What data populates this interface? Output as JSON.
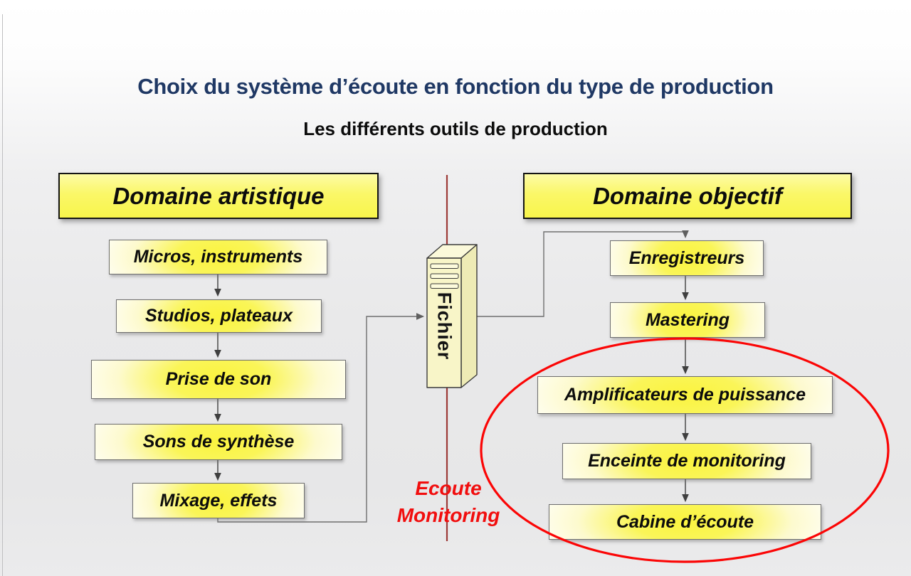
{
  "slide": {
    "title": "Choix du système d’écoute en fonction du type de production",
    "subtitle": "Les différents outils de production"
  },
  "colors": {
    "title_navy": "#1f3864",
    "ellipse_red": "#fb0505",
    "monitoring_text_red": "#f10e0e",
    "signal_line_dark_red": "#9d3a37",
    "flow_box_yellow": "#faf54e",
    "connector_gray": "#6f6f6f",
    "arrow_dark": "#3f3f3f"
  },
  "left_domain": {
    "header": "Domaine artistique",
    "boxes": [
      "Micros, instruments",
      "Studios, plateaux",
      "Prise de son",
      "Sons de synthèse",
      "Mixage, effets"
    ]
  },
  "right_domain": {
    "header": "Domaine objectif",
    "boxes": [
      "Enregistreurs",
      "Mastering",
      "Amplificateurs de puissance",
      "Enceinte de monitoring",
      "Cabine d’écoute"
    ]
  },
  "center": {
    "file_label": "Fichier",
    "ecoute_line1": "Ecoute",
    "ecoute_line2": "Monitoring"
  }
}
